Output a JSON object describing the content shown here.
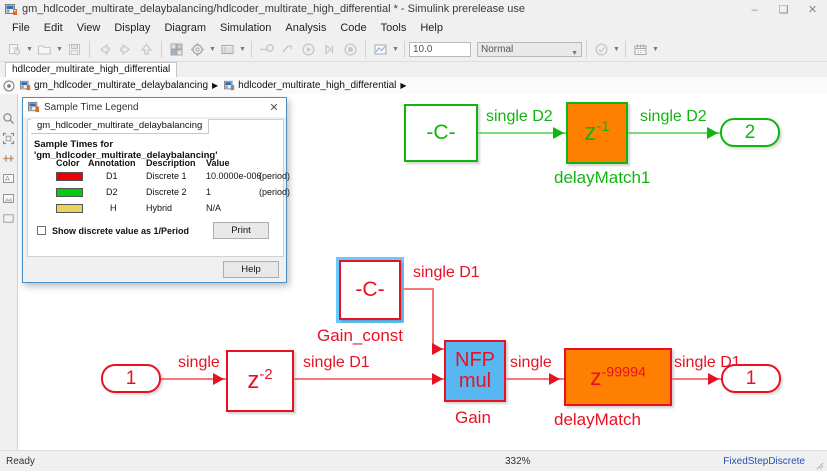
{
  "window": {
    "title": "gm_hdlcoder_multirate_delaybalancing/hdlcoder_multirate_high_differential * - Simulink prerelease use",
    "icon": "simulink-model-icon",
    "minimize_label": "–",
    "maximize_label": "❑",
    "close_label": "✕"
  },
  "menu": {
    "items": [
      "File",
      "Edit",
      "View",
      "Display",
      "Diagram",
      "Simulation",
      "Analysis",
      "Code",
      "Tools",
      "Help"
    ]
  },
  "toolbar": {
    "sim_time": "10.0",
    "sim_mode": "Normal",
    "buttons": [
      "new-model-icon",
      "open-model-icon",
      "save-model-icon",
      "back-icon",
      "forward-icon",
      "up-to-parent-icon",
      "library-browser-icon",
      "model-configuration-icon",
      "model-explorer-icon",
      "update-diagram-icon",
      "fast-restart-icon",
      "run-icon",
      "step-forward-icon",
      "stop-icon",
      "simulation-data-inspector-icon",
      "model-advisor-icon",
      "schedule-editor-icon"
    ]
  },
  "model_tab": {
    "label": "hdlcoder_multirate_high_differential"
  },
  "breadcrumb": {
    "back_icon": "back-circle-icon",
    "items": [
      {
        "label": "gm_hdlcoder_multirate_delaybalancing",
        "icon": "model-icon"
      },
      {
        "label": "hdlcoder_multirate_high_differential",
        "icon": "subsystem-icon"
      }
    ],
    "separator": "▶"
  },
  "vertical_toolbar": {
    "items": [
      "zoom-in-region-icon",
      "fit-to-view-icon",
      "signal-routing-icon",
      "annotation-icon",
      "image-icon",
      "area-icon"
    ]
  },
  "dialog": {
    "title": "Sample Time Legend",
    "icon": "simulink-model-icon",
    "close_label": "✕",
    "tab_label": "gm_hdlcoder_multirate_delaybalancing",
    "heading": "Sample Times for 'gm_hdlcoder_multirate_delaybalancing'",
    "table": {
      "headers": [
        "Color",
        "Annotation",
        "Description",
        "Value"
      ],
      "rows": [
        {
          "color": "#ee0000",
          "annotation": "D1",
          "description": "Discrete 1",
          "value": "10.0000e-006",
          "unit": "(period)"
        },
        {
          "color": "#00cc11",
          "annotation": "D2",
          "description": "Discrete 2",
          "value": "1",
          "unit": "(period)"
        },
        {
          "color": "#e8d45c",
          "annotation": "H",
          "description": "Hybrid",
          "value": "N/A",
          "unit": ""
        }
      ]
    },
    "checkbox_label": "Show discrete value as 1/Period",
    "checkbox_checked": false,
    "print_button": "Print",
    "help_button": "Help"
  },
  "diagram": {
    "colors": {
      "d1_red": "#e81123",
      "d2_green": "#11b511",
      "delay_orange": "#ff8000",
      "gain_cyan": "#58b7f0",
      "selection": "#66ccff"
    },
    "blocks": [
      {
        "id": "const_d2",
        "text": "-C-",
        "name": ""
      },
      {
        "id": "delaymatch1",
        "text_base": "z",
        "text_sup": "-1",
        "name": "delayMatch1"
      },
      {
        "id": "out2",
        "text": "2",
        "name": ""
      },
      {
        "id": "gain_const",
        "text": "-C-",
        "name": "Gain_const",
        "selected": true
      },
      {
        "id": "in1",
        "text": "1",
        "name": ""
      },
      {
        "id": "delay_z2",
        "text_base": "z",
        "text_sup": "-2",
        "name": ""
      },
      {
        "id": "gain",
        "text_l1": "NFP",
        "text_l2": "mul",
        "name": "Gain"
      },
      {
        "id": "delaymatch",
        "text_base": "z",
        "text_sup": "-99994",
        "name": "delayMatch"
      },
      {
        "id": "out1",
        "text": "1",
        "name": ""
      }
    ],
    "signal_labels": {
      "const_to_delay1": "single D2",
      "delay1_to_out2": "single D2",
      "gainconst_to_gain": "single D1",
      "in1_to_z2": "single",
      "z2_to_gain": "single D1",
      "gain_to_delaymatch": "single",
      "delaymatch_to_out1": "single D1"
    }
  },
  "status": {
    "ready": "Ready",
    "zoom": "332%",
    "solver": "FixedStepDiscrete"
  }
}
